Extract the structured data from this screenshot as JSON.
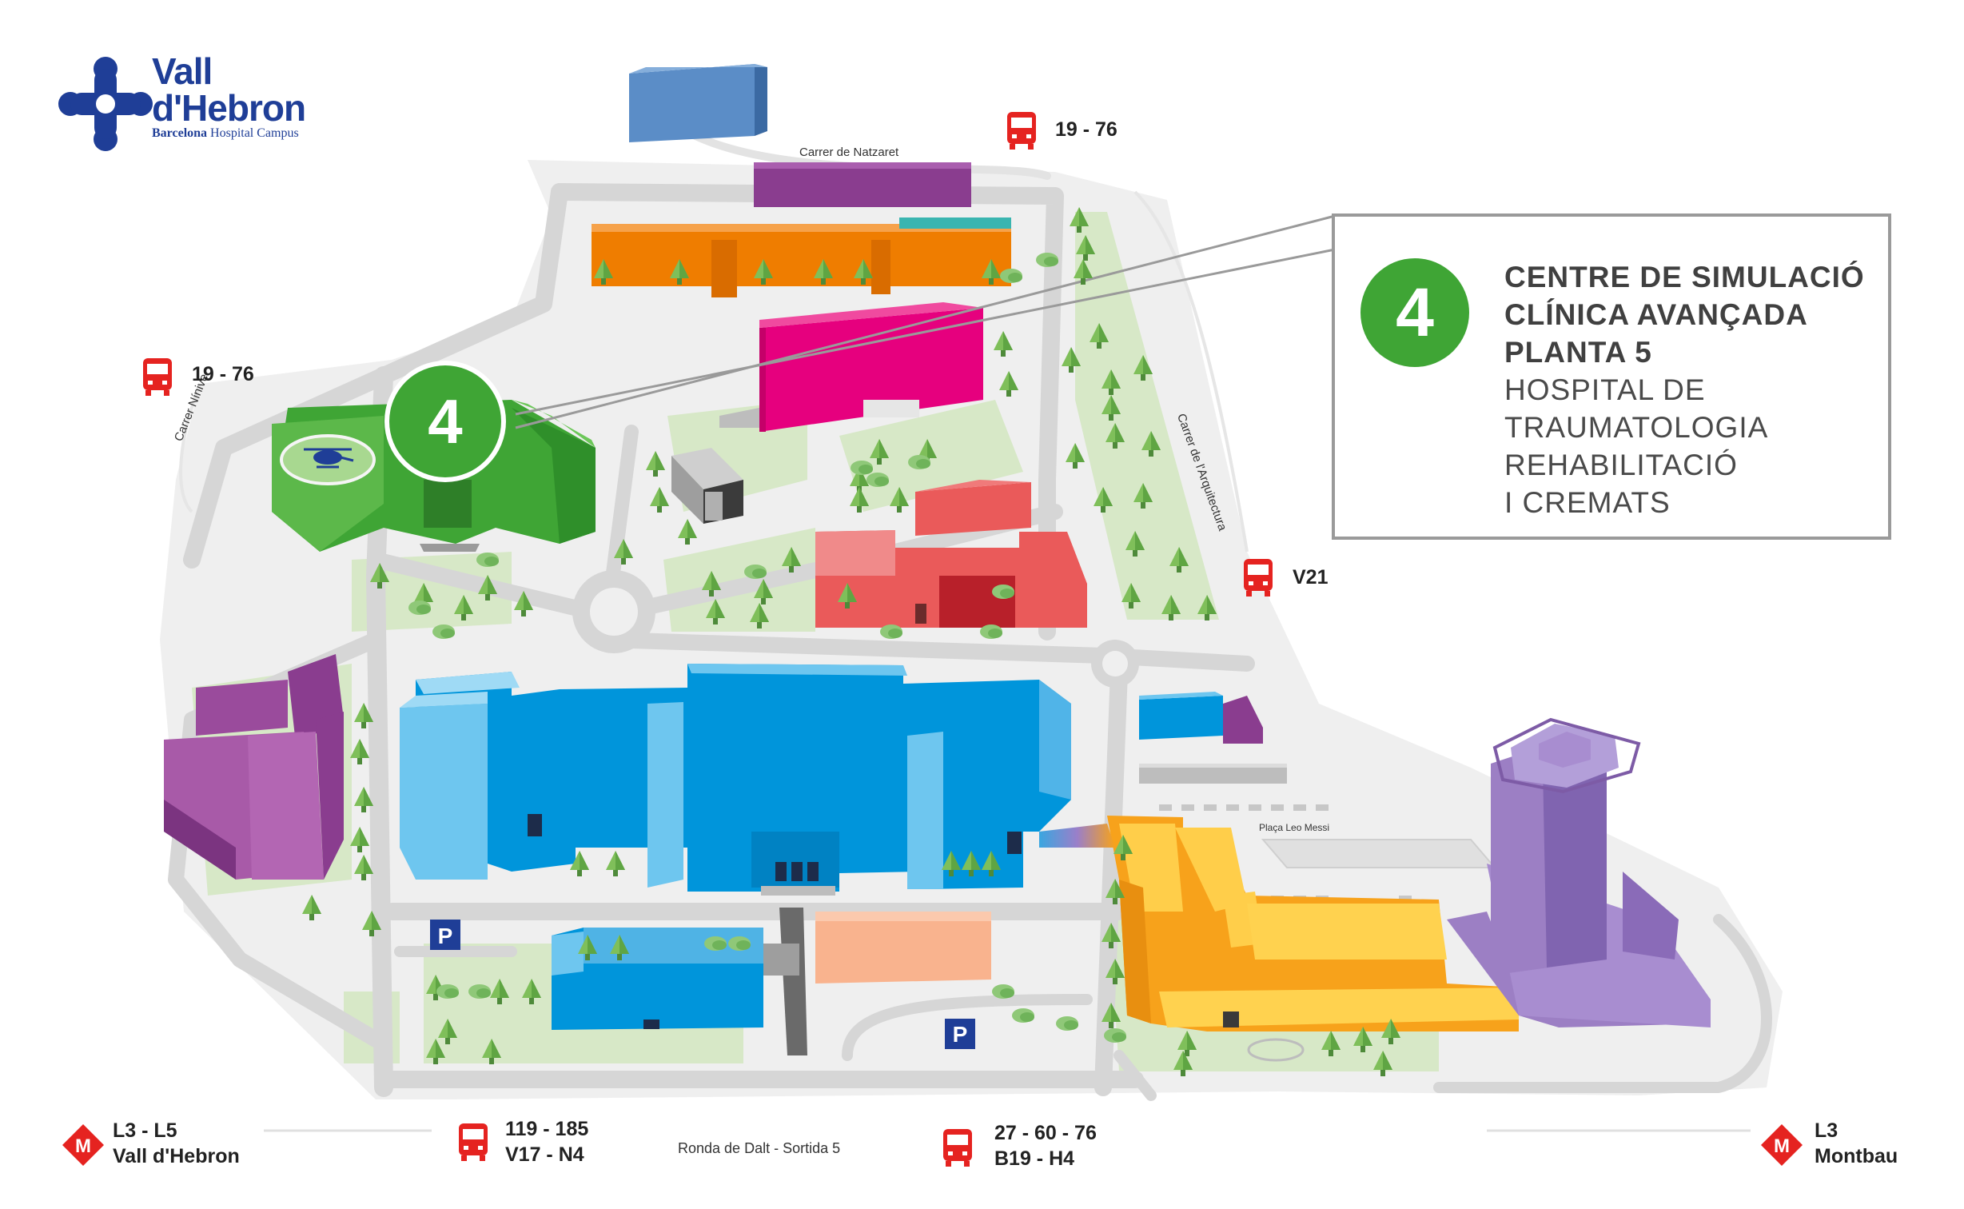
{
  "logo": {
    "line1": "Vall",
    "line2": "d'Hebron",
    "bold_sub": "Barcelona",
    "sub": "Hospital Campus",
    "color": "#1f3e97"
  },
  "info": {
    "number": "4",
    "title_lines": [
      "CENTRE DE SIMULACIÓ",
      "CLÍNICA AVANÇADA",
      "PLANTA 5"
    ],
    "subtitle_lines": [
      "HOSPITAL DE",
      "TRAUMATOLOGIA",
      "REHABILITACIÓ",
      "I CREMATS"
    ]
  },
  "marker": {
    "number": "4",
    "color": "#3fa535"
  },
  "streets": {
    "natzaret": "Carrer de Natzaret",
    "ninive": "Carrer Nínive",
    "arquitectura": "Carrer de l'Arquitectura",
    "ronda": "Ronda de Dalt - Sortida 5",
    "placa": "Plaça Leo Messi"
  },
  "transit": {
    "bus_top": "19 - 76",
    "bus_left": "19 - 76",
    "bus_v21": "V21",
    "bus_bottom1_l1": "119 - 185",
    "bus_bottom1_l2": "V17 - N4",
    "bus_bottom2_l1": "27 - 60 - 76",
    "bus_bottom2_l2": "B19 - H4",
    "metro_left_l1": "L3 - L5",
    "metro_left_l2": "Vall d'Hebron",
    "metro_right_l1": "L3",
    "metro_right_l2": "Montbau"
  },
  "parking": {
    "label": "P"
  },
  "icons": [
    "bus-icon",
    "metro-icon",
    "parking-icon",
    "helipad-icon",
    "tree-icon"
  ],
  "colors": {
    "road": "#d9d9d9",
    "green_area": "#d7e8c7",
    "bus": "#e52320",
    "metro": "#e52320",
    "parking": "#1f3e97"
  }
}
